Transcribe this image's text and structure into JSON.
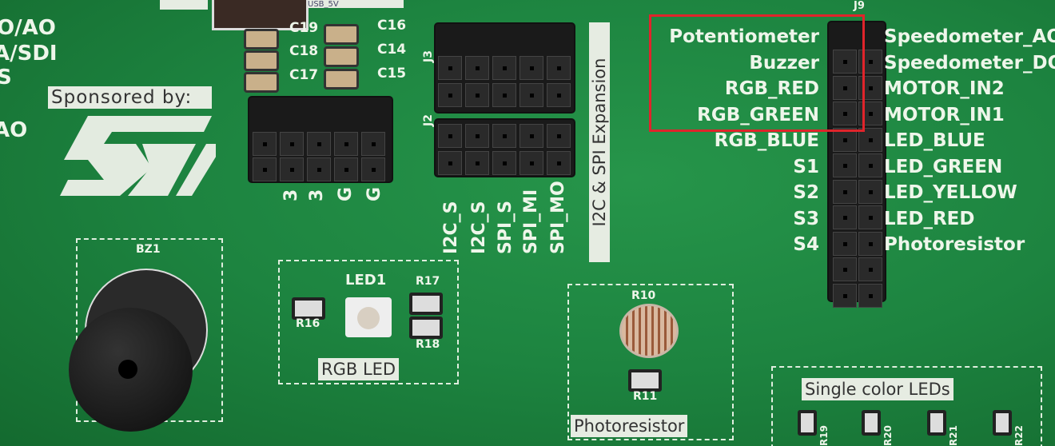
{
  "left_edge_labels": [
    "O/AO",
    "A/SDI",
    "S",
    "AO"
  ],
  "capacitors": [
    "C19",
    "C18",
    "C17",
    "C16",
    "C14",
    "C15"
  ],
  "usb_label": "USB_5V",
  "sponsor": {
    "text": "Sponsored by:",
    "logo": "ST"
  },
  "j4_pin_labels": [
    "3",
    "3",
    "G",
    "G"
  ],
  "j3_label": "J3",
  "j2_label": "J2",
  "expansion_title": "I2C & SPI Expansion",
  "j2_pin_labels": [
    "I2C_S",
    "I2C_S",
    "SPI_S",
    "SPI_MI",
    "SPI_MO"
  ],
  "j9": {
    "label": "J9",
    "left_labels": [
      "Potentiometer",
      "Buzzer",
      "RGB_RED",
      "RGB_GREEN",
      "RGB_BLUE",
      "S1",
      "S2",
      "S3",
      "S4"
    ],
    "right_labels": [
      "Speedometer_AO",
      "Speedometer_DO",
      "MOTOR_IN2",
      "MOTOR_IN1",
      "LED_BLUE",
      "LED_GREEN",
      "LED_YELLOW",
      "LED_RED",
      "Photoresistor"
    ]
  },
  "highlight_color": "#e0242b",
  "buzzer": {
    "label": "BZ1"
  },
  "rgb_led": {
    "title": "RGB LED",
    "led": "LED1",
    "resistors": [
      "R16",
      "R17",
      "R18"
    ]
  },
  "photoresistor": {
    "title": "Photoresistor",
    "resistors": [
      "R10",
      "R11"
    ]
  },
  "single_leds": {
    "title": "Single color LEDs",
    "resistors": [
      "R19",
      "R20",
      "R21",
      "R22"
    ]
  }
}
